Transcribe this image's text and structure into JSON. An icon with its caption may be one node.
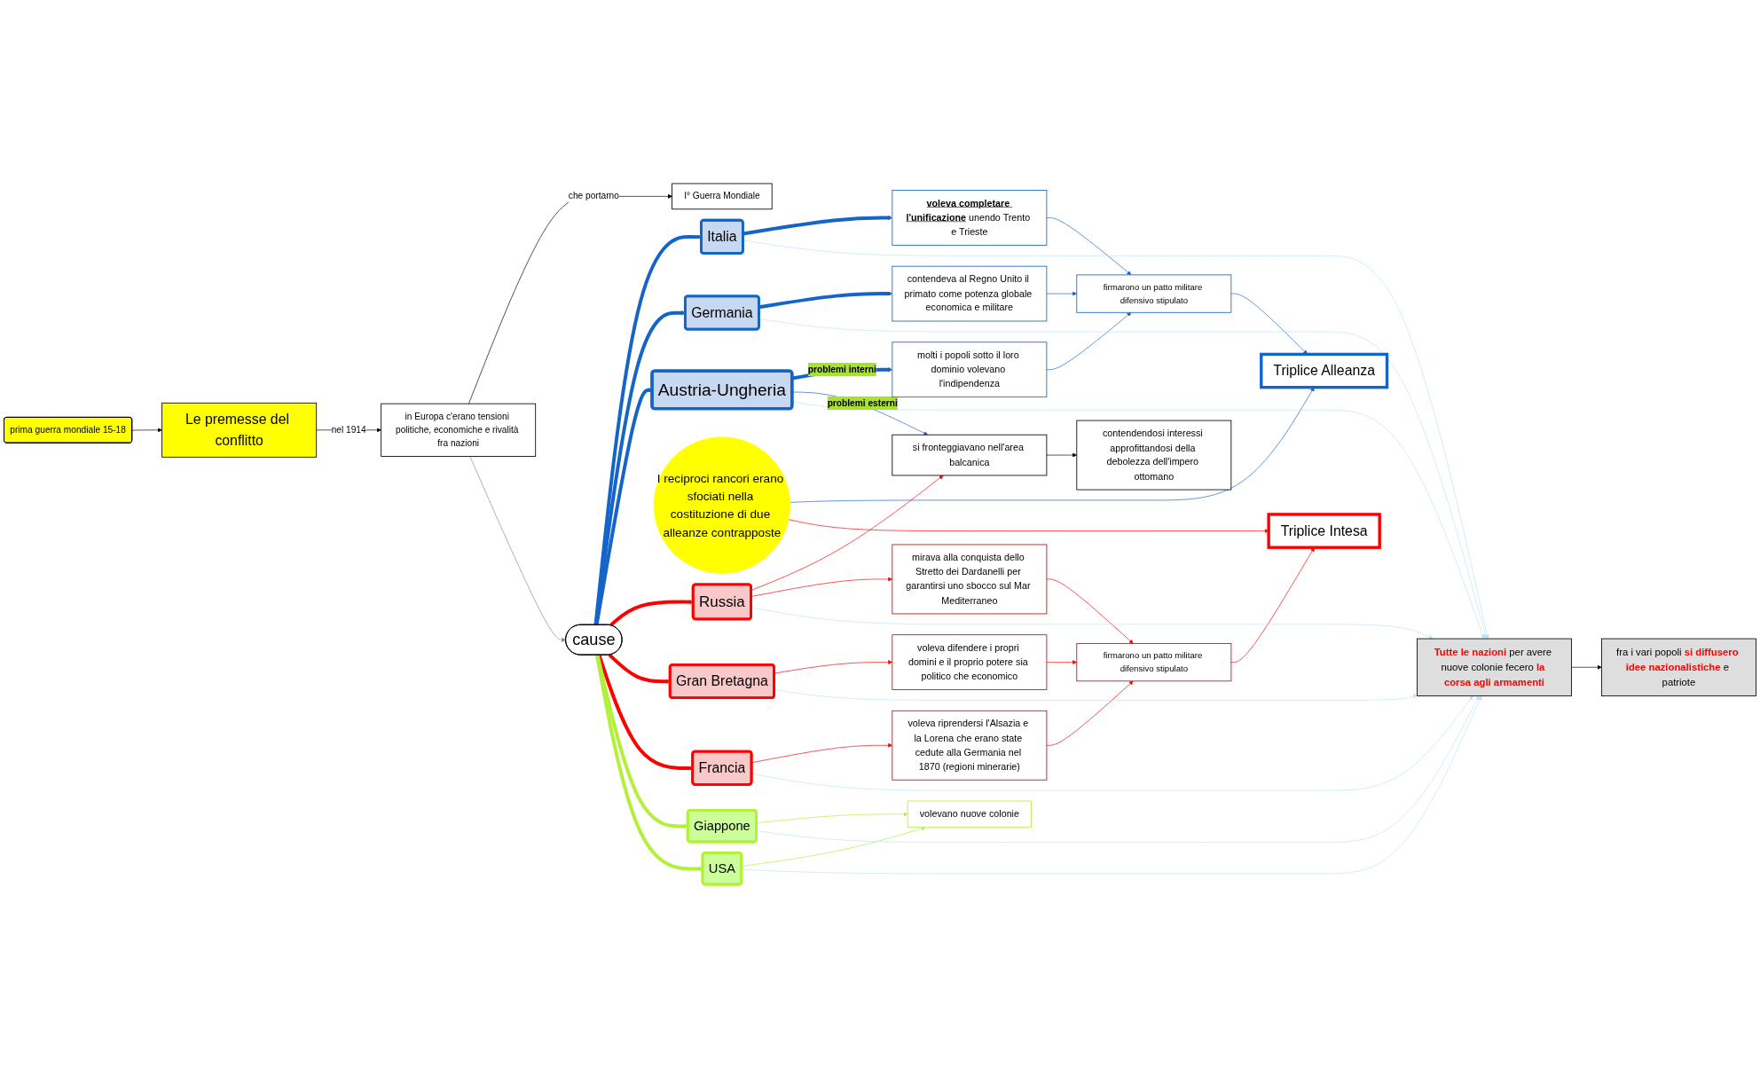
{
  "diagram": {
    "nodes": [
      {
        "text": [
          "prima guerra mondiale 15-18"
        ]
      },
      {
        "text": [
          "Le premesse del conflitto"
        ]
      },
      {
        "text": [
          "in Europa c'erano tensioni politiche, economiche e rivalità fra nazioni"
        ]
      },
      {
        "text": [
          "I° Guerra Mondiale"
        ]
      },
      {
        "text": [
          "Italia"
        ]
      },
      {
        "text": [
          "**voleva completare l'unificazione** unendo Trento e Trieste"
        ]
      },
      {
        "text": [
          "firmarono un patto militare difensivo stipulato"
        ]
      },
      {
        "text": [
          "Triplice Alleanza"
        ]
      },
      {
        "text": [
          "Germania"
        ]
      },
      {
        "text": [
          "contendeva al Regno Unito il primato come potenza globale economica e militare"
        ]
      },
      {
        "text": [
          "**Tutte le nazioni** per avere nuove colonie fecero **la corsa agli armamenti**"
        ]
      },
      {
        "text": [
          "cause"
        ]
      },
      {
        "text": [
          "Austria-Ungheria"
        ]
      },
      {
        "text": [
          "molti i popoli sotto il loro dominio volevano l'indipendenza"
        ]
      },
      {
        "text": [
          "I reciproci rancori erano sfociati nella costituzione di due alleanze contrapposte"
        ]
      },
      {
        "text": [
          "si fronteggiavano nell'area balcanica"
        ]
      },
      {
        "text": [
          "contendendosi interessi approfittandosi della debolezza dell'impero ottomano"
        ]
      },
      {
        "text": [
          "fra i vari popoli **si diffusero idee nazionalistiche** e patriote"
        ]
      },
      {
        "text": [
          "Russia"
        ]
      },
      {
        "text": [
          "mirava alla conquista dello Stretto dei Dardanelli per garantirsi uno sbocco sul Mar Mediterraneo"
        ]
      },
      {
        "text": [
          "firmarono un patto militare difensivo stipulato"
        ]
      },
      {
        "text": [
          "Triplice Intesa"
        ]
      },
      {
        "text": [
          "Gran Bretagna"
        ]
      },
      {
        "text": [
          "voleva difendere i propri domini e il proprio potere sia politico che economico"
        ]
      },
      {
        "text": [
          "Francia"
        ]
      },
      {
        "text": [
          "voleva riprendersi l'Alsazia e la Lorena che erano state cedute alla Germania nel 1870 (regioni minerarie)"
        ]
      },
      {
        "text": [
          "Giappone"
        ]
      },
      {
        "text": [
          "volevano nuove colonie"
        ]
      },
      {
        "text": [
          "USA"
        ]
      }
    ],
    "edges": [
      {
        "from": 0,
        "to": 1,
        "arrow": "to",
        "color": "#000000"
      },
      {
        "from": 1,
        "to": 2,
        "arrow": "to",
        "label": "nel 1914",
        "color": "#000000"
      },
      {
        "from": 2,
        "to": 3,
        "arrow": "to",
        "label": "che portarno",
        "color": "#000000"
      },
      {
        "from": 2,
        "to": 11,
        "arrow": "to",
        "color": "#888888"
      },
      {
        "from": 11,
        "to": 4,
        "arrow": "to",
        "style": "thick",
        "color": "#1565c8"
      },
      {
        "from": 11,
        "to": 8,
        "arrow": "to",
        "style": "thick",
        "color": "#1565c8"
      },
      {
        "from": 11,
        "to": 12,
        "arrow": "to",
        "style": "thick",
        "color": "#1565c8"
      },
      {
        "from": 11,
        "to": 18,
        "arrow": "to",
        "style": "thick",
        "color": "#ff0000"
      },
      {
        "from": 11,
        "to": 22,
        "arrow": "to",
        "style": "thick",
        "color": "#ff0000"
      },
      {
        "from": 11,
        "to": 24,
        "arrow": "to",
        "style": "thick",
        "color": "#ff0000"
      },
      {
        "from": 11,
        "to": 26,
        "arrow": "to",
        "style": "thick",
        "color": "#b3f03a"
      },
      {
        "from": 11,
        "to": 28,
        "arrow": "to",
        "style": "thick",
        "color": "#b3f03a"
      },
      {
        "from": 4,
        "to": 5,
        "arrow": "to",
        "style": "thick",
        "color": "#1565c8"
      },
      {
        "from": 8,
        "to": 9,
        "arrow": "to",
        "style": "thick",
        "color": "#1565c8"
      },
      {
        "from": 12,
        "to": 13,
        "arrow": "to",
        "style": "thick",
        "color": "#1565c8",
        "label": "problemi interni"
      },
      {
        "from": 12,
        "to": 15,
        "arrow": "to",
        "color": "#1565c8",
        "label": "problemi esterni"
      },
      {
        "from": 5,
        "to": 6,
        "arrow": "to",
        "color": "#1565c8"
      },
      {
        "from": 9,
        "to": 6,
        "arrow": "to",
        "color": "#1565c8"
      },
      {
        "from": 13,
        "to": 6,
        "arrow": "to",
        "color": "#1565c8"
      },
      {
        "from": 6,
        "to": 7,
        "arrow": "to",
        "color": "#1565c8"
      },
      {
        "from": 14,
        "to": 7,
        "arrow": "to",
        "color": "#1565c8"
      },
      {
        "from": 14,
        "to": 21,
        "arrow": "to",
        "color": "#ff0000"
      },
      {
        "from": 15,
        "to": 16,
        "arrow": "to",
        "color": "#000000"
      },
      {
        "from": 18,
        "to": 15,
        "arrow": "to",
        "color": "#ff0000"
      },
      {
        "from": 18,
        "to": 19,
        "arrow": "to",
        "color": "#ff0000"
      },
      {
        "from": 22,
        "to": 23,
        "arrow": "to",
        "color": "#ff0000"
      },
      {
        "from": 24,
        "to": 25,
        "arrow": "to",
        "color": "#ff0000"
      },
      {
        "from": 19,
        "to": 20,
        "arrow": "to",
        "color": "#ff0000"
      },
      {
        "from": 23,
        "to": 20,
        "arrow": "to",
        "color": "#ff0000"
      },
      {
        "from": 25,
        "to": 20,
        "arrow": "to",
        "color": "#ff0000"
      },
      {
        "from": 20,
        "to": 21,
        "arrow": "to",
        "color": "#ff0000"
      },
      {
        "from": 26,
        "to": 27,
        "arrow": "to",
        "color": "#b3f03a"
      },
      {
        "from": 28,
        "to": 27,
        "arrow": "to",
        "color": "#b3f03a"
      },
      {
        "from": 10,
        "to": 17,
        "arrow": "to",
        "color": "#000000"
      },
      {
        "from": 4,
        "to": 10,
        "arrow": "to",
        "color": "#bde3f7"
      },
      {
        "from": 8,
        "to": 10,
        "arrow": "to",
        "color": "#bde3f7"
      },
      {
        "from": 12,
        "to": 10,
        "arrow": "to",
        "color": "#bde3f7"
      },
      {
        "from": 18,
        "to": 10,
        "arrow": "to",
        "color": "#bde3f7"
      },
      {
        "from": 22,
        "to": 10,
        "arrow": "to",
        "color": "#bde3f7"
      },
      {
        "from": 24,
        "to": 10,
        "arrow": "to",
        "color": "#bde3f7"
      },
      {
        "from": 26,
        "to": 10,
        "arrow": "to",
        "color": "#bde3f7"
      },
      {
        "from": 28,
        "to": 10,
        "arrow": "to",
        "color": "#bde3f7"
      }
    ]
  }
}
